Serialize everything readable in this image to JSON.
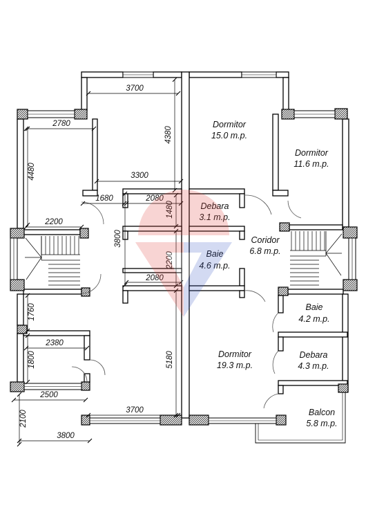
{
  "plan": {
    "rooms": [
      {
        "name": "Dormitor",
        "area": "15.0 m.p."
      },
      {
        "name": "Dormitor",
        "area": "11.6 m.p."
      },
      {
        "name": "Debara",
        "area": "3.1 m.p."
      },
      {
        "name": "Coridor",
        "area": "6.8 m.p."
      },
      {
        "name": "Baie",
        "area": "4.6 m.p."
      },
      {
        "name": "Baie",
        "area": "4.2 m.p."
      },
      {
        "name": "Dormitor",
        "area": "19.3 m.p."
      },
      {
        "name": "Debara",
        "area": "4.3 m.p."
      },
      {
        "name": "Balcon",
        "area": "5.8 m.p."
      }
    ],
    "dimensions": [
      "3700",
      "4380",
      "2780",
      "4480",
      "3300",
      "1680",
      "2080",
      "1480",
      "3800",
      "2200",
      "2200",
      "2080",
      "1760",
      "2380",
      "1800",
      "5180",
      "2500",
      "2100",
      "3700",
      "3800"
    ]
  },
  "logo": {
    "icon": "watermark-logo",
    "colors": {
      "red": "#e0413a",
      "blue": "#3d5bc9"
    }
  }
}
